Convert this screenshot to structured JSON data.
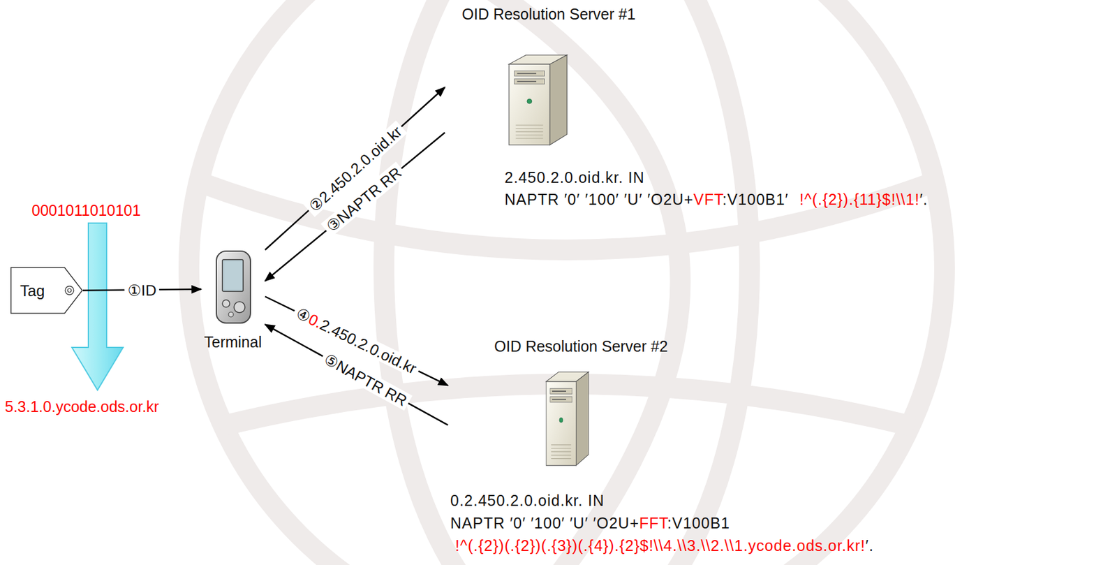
{
  "diagram": {
    "nodes": [
      {
        "text": [
          "OID Resolution Server #1",
          "2.450.2.0.oid.kr. IN",
          "NAPTR ′0′ ′100′ ′U′ ′O2U+",
          "VFT",
          ":V100B1′",
          "!^(.{2}).{11}$!\\\\1!",
          "′."
        ]
      },
      {
        "text": [
          "Tag"
        ]
      },
      {
        "text": [
          "Terminal"
        ]
      },
      {
        "text": [
          "OID Resolution Server #2",
          "0.2.450.2.0.oid.kr. IN",
          "NAPTR ′0′ ′100′ ′U′ ′O2U+",
          "FFT",
          ":V100B1",
          "!^(.{2})(.{2})(.{3})(.{4}).{2}$!\\\\4.\\\\3.\\\\2.\\\\1.ycode.ods.or.kr!",
          "′."
        ]
      }
    ],
    "edges": [
      {
        "from": 1,
        "to": 2,
        "label": "①ID",
        "arrow": "to"
      },
      {
        "from": 2,
        "to": 0,
        "label": "②2.450.2.0.oid.kr",
        "arrow": "to"
      },
      {
        "from": 0,
        "to": 2,
        "label": "③NAPTR RR",
        "arrow": "to"
      },
      {
        "from": 2,
        "to": 3,
        "label": "④0.2.450.2.0.oid.kr",
        "arrow": "to"
      },
      {
        "from": 3,
        "to": 2,
        "label": "⑤NAPTR RR",
        "arrow": "to"
      }
    ],
    "labels": [
      "0001011010101",
      "5.3.1.0.ycode.ods.or.kr"
    ]
  }
}
